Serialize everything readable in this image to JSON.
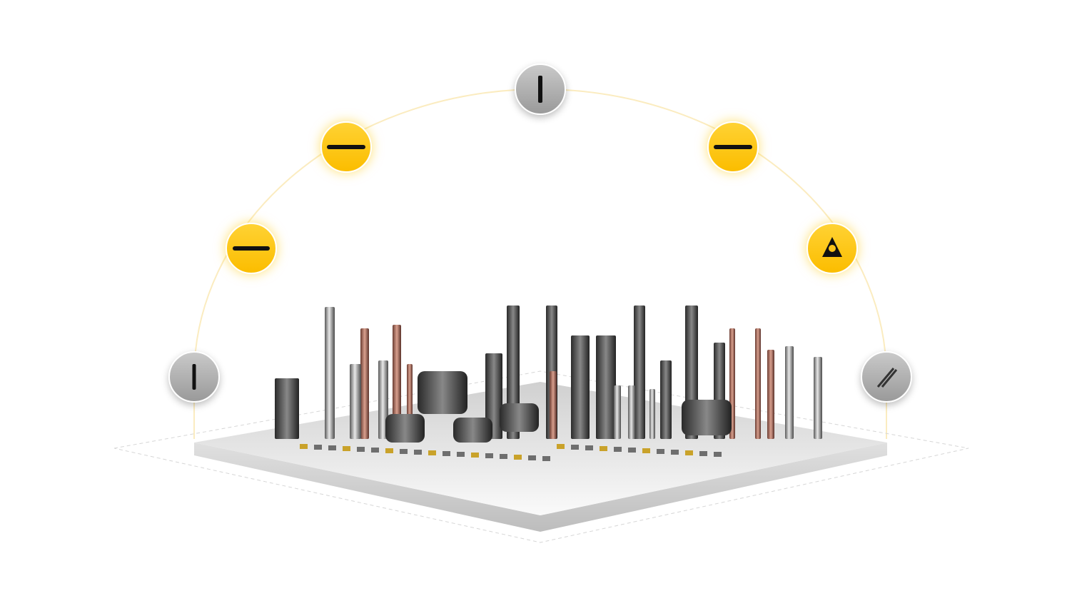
{
  "colors": {
    "accent": "#fcc419",
    "inactive": "#a8a8a8",
    "arc": "#fbecc0",
    "platform": "#e9e9e9"
  },
  "nodes": [
    {
      "icon": "boring-bar-icon",
      "state": "gray"
    },
    {
      "icon": "drill-icon",
      "state": "yellow"
    },
    {
      "icon": "reamer-icon",
      "state": "yellow"
    },
    {
      "icon": "end-mill-icon",
      "state": "gray"
    },
    {
      "icon": "tap-icon",
      "state": "yellow"
    },
    {
      "icon": "threading-insert-icon",
      "state": "yellow"
    },
    {
      "icon": "grooving-tool-icon",
      "state": "gray"
    }
  ]
}
